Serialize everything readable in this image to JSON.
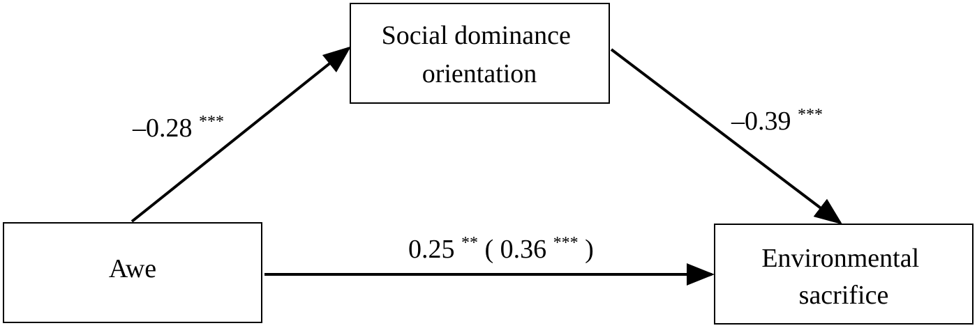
{
  "nodes": {
    "sdo": {
      "lines": [
        "Social dominance",
        "orientation"
      ]
    },
    "awe": {
      "lines": [
        "Awe"
      ]
    },
    "env": {
      "lines": [
        "Environmental",
        "sacrifice"
      ]
    }
  },
  "edges": {
    "a_path": {
      "coef": "–0.28",
      "sig": "***"
    },
    "b_path": {
      "coef": "–0.39",
      "sig": "***"
    },
    "c_path": {
      "coef": "0.25",
      "sig": "**",
      "total_coef": "0.36",
      "total_sig": "***"
    }
  },
  "colors": {
    "stroke": "#000000",
    "background": "#ffffff"
  }
}
